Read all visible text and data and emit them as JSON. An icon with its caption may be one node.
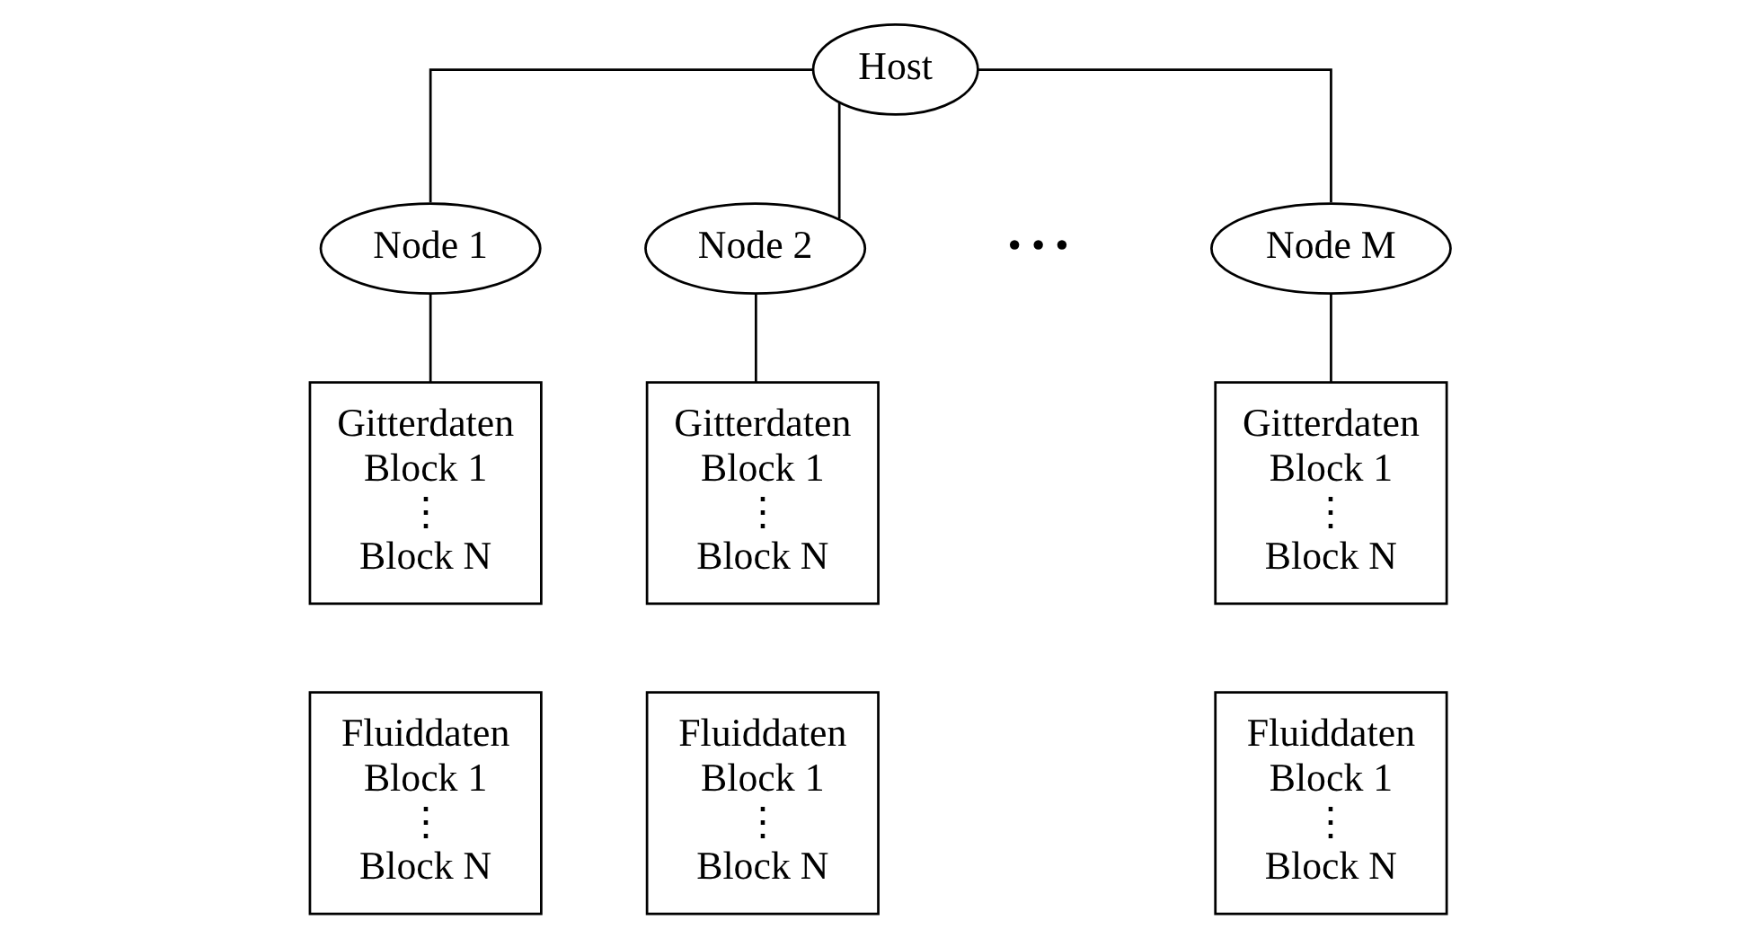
{
  "diagram": {
    "nodes": [
      {
        "text": [
          "Host"
        ]
      },
      {
        "text": [
          "Node 1"
        ]
      },
      {
        "text": [
          "Node 2"
        ]
      },
      {
        "text": [
          "Node M"
        ]
      },
      {
        "text": [
          "Gitterdaten",
          "Block 1",
          "⋮",
          "Block N"
        ]
      },
      {
        "text": [
          "Fluiddaten",
          "Block 1",
          "⋮",
          "Block N"
        ]
      },
      {
        "text": [
          "Gitterdaten",
          "Block 1",
          "⋮",
          "Block N"
        ]
      },
      {
        "text": [
          "Fluiddaten",
          "Block 1",
          "⋮",
          "Block N"
        ]
      },
      {
        "text": [
          "Gitterdaten",
          "Block 1",
          "⋮",
          "Block N"
        ]
      },
      {
        "text": [
          "Fluiddaten",
          "Block 1",
          "⋮",
          "Block N"
        ]
      }
    ],
    "edges": [
      {
        "from": 0,
        "to": 1,
        "arrow": "none"
      },
      {
        "from": 0,
        "to": 2,
        "arrow": "none"
      },
      {
        "from": 0,
        "to": 3,
        "arrow": "none"
      },
      {
        "from": 1,
        "to": 4,
        "arrow": "none"
      },
      {
        "from": 2,
        "to": 6,
        "arrow": "none"
      },
      {
        "from": 3,
        "to": 8,
        "arrow": "none"
      }
    ],
    "labels": [
      "• • •"
    ]
  }
}
